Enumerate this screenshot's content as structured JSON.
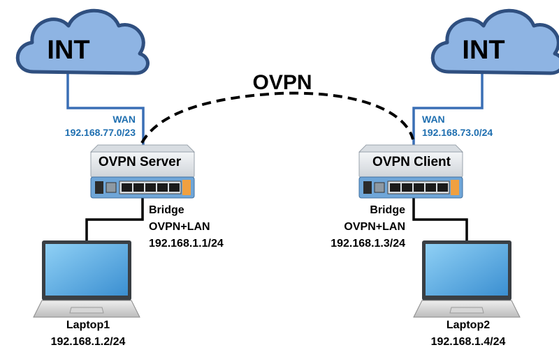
{
  "tunnel": {
    "label": "OVPN"
  },
  "left": {
    "cloud_label": "INT",
    "wan_label": "WAN",
    "wan_subnet": "192.168.77.0/23",
    "router_name": "OVPN Server",
    "bridge_lines": [
      "Bridge",
      "OVPN+LAN",
      "192.168.1.1/24"
    ],
    "laptop_name": "Laptop1",
    "laptop_ip": "192.168.1.2/24"
  },
  "right": {
    "cloud_label": "INT",
    "wan_label": "WAN",
    "wan_subnet": "192.168.73.0/24",
    "router_name": "OVPN Client",
    "bridge_lines": [
      "Bridge",
      "OVPN+LAN",
      "192.168.1.3/24"
    ],
    "laptop_name": "Laptop2",
    "laptop_ip": "192.168.1.4/24"
  },
  "colors": {
    "cloud_fill": "#8eb4e3",
    "cloud_stroke": "#2f4f7f",
    "wan_link": "#3a6fb5",
    "wan_text": "#1f6fb0",
    "lan_link": "#000000",
    "router_body": "#e4e7ea",
    "router_panel": "#6fa6d8",
    "laptop_screen": "#5dade2"
  },
  "icons": {
    "cloud": "cloud-icon",
    "router": "router-icon",
    "laptop": "laptop-icon"
  }
}
